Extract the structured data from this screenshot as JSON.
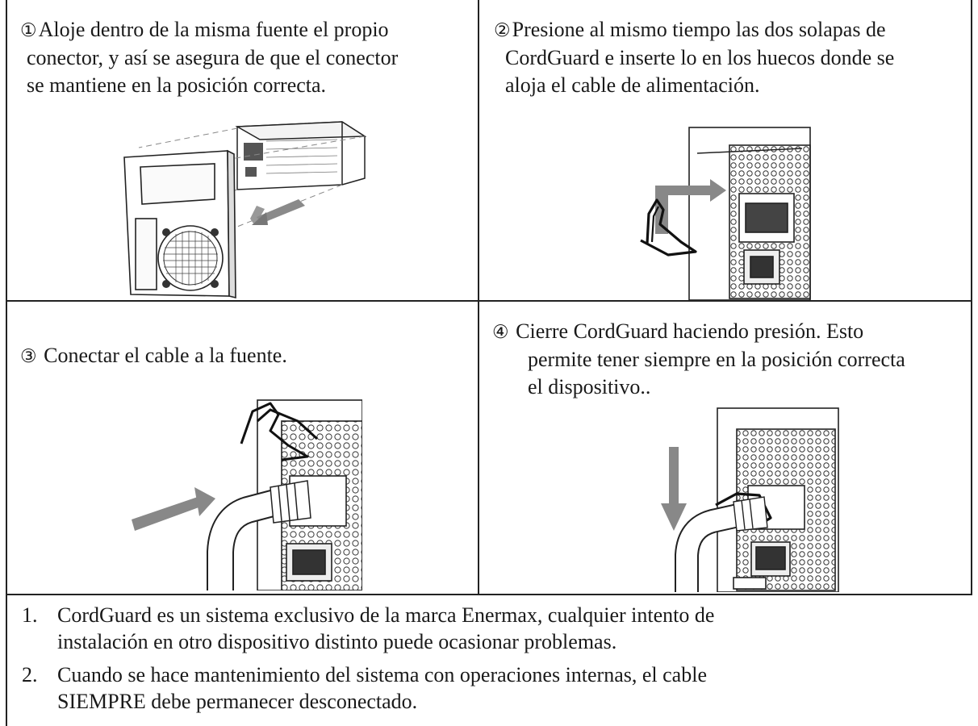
{
  "steps": [
    {
      "num": "①",
      "lines": [
        "Aloje dentro de la misma fuente el propio",
        "conector, y así se asegura de que el conector",
        "se mantiene en la posición correcta."
      ],
      "figure_icon": "psu-mounting-illustration"
    },
    {
      "num": "②",
      "lines": [
        "Presione al mismo tiempo las dos solapas de",
        "CordGuard e inserte lo en los huecos donde se",
        "aloja el cable de alimentación."
      ],
      "figure_icon": "cordguard-insert-illustration"
    },
    {
      "num": "③",
      "lines": [
        " Conectar el cable a la fuente."
      ],
      "figure_icon": "cable-connect-illustration"
    },
    {
      "num": "④",
      "lines": [
        " Cierre CordGuard haciendo presión. Esto",
        "permite tener siempre en la posición correcta",
        "el dispositivo.."
      ],
      "figure_icon": "cordguard-close-illustration"
    }
  ],
  "notes": [
    {
      "num": "1.",
      "lines": [
        "CordGuard es un sistema exclusivo de la marca Enermax, cualquier intento de",
        "instalación en otro dispositivo distinto puede ocasionar problemas."
      ]
    },
    {
      "num": "2.",
      "lines": [
        "Cuando se hace mantenimiento del sistema con operaciones internas, el cable",
        "SIEMPRE debe permanecer desconectado."
      ]
    }
  ]
}
